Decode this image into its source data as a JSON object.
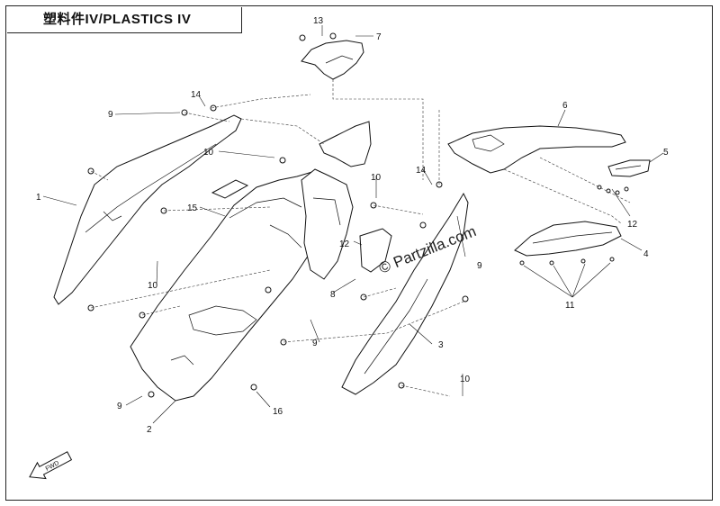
{
  "header": {
    "title": "塑料件IV/PLASTICS IV"
  },
  "watermark": "© Partzilla.com",
  "fwd_label": "FWD",
  "callouts": {
    "c1": "1",
    "c2": "2",
    "c3": "3",
    "c4": "4",
    "c5": "5",
    "c6": "6",
    "c7": "7",
    "c8": "8",
    "c9a": "9",
    "c9b": "9",
    "c9c": "9",
    "c9d": "9",
    "c10a": "10",
    "c10b": "10",
    "c10c": "10",
    "c10d": "10",
    "c11": "11",
    "c12a": "12",
    "c12b": "12",
    "c13": "13",
    "c14a": "14",
    "c14b": "14",
    "c15": "15",
    "c16": "16"
  }
}
